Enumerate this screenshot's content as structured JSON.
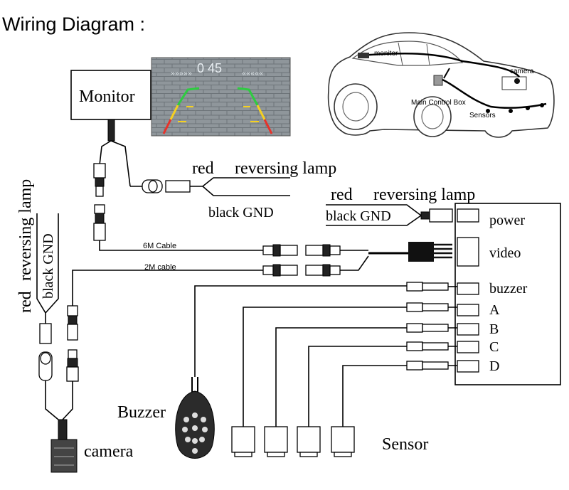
{
  "title": "Wiring Diagram :",
  "monitor": {
    "label": "Monitor",
    "screen_time": "0 45"
  },
  "monitor_wiring": {
    "red_label": "red",
    "lamp_label": "reversing lamp",
    "gnd_label": "black  GND"
  },
  "control_box_wiring": {
    "red_label": "red",
    "lamp_label": "reversing lamp",
    "gnd_label": "black  GND"
  },
  "camera_wiring": {
    "red_label": "red",
    "lamp_label": "reversing lamp",
    "gnd_label": "black GND"
  },
  "cables": {
    "long": "6M Cable",
    "short": "2M cable"
  },
  "control_box_ports": [
    "power",
    "video",
    "buzzer",
    "A",
    "B",
    "C",
    "D"
  ],
  "buzzer_label": "Buzzer",
  "camera_label": "camera",
  "sensor_label": "Sensor",
  "car_labels": {
    "monitor": "monitor",
    "camera": "camera",
    "control_box": "Main Control Box",
    "sensors": "Sensors"
  }
}
